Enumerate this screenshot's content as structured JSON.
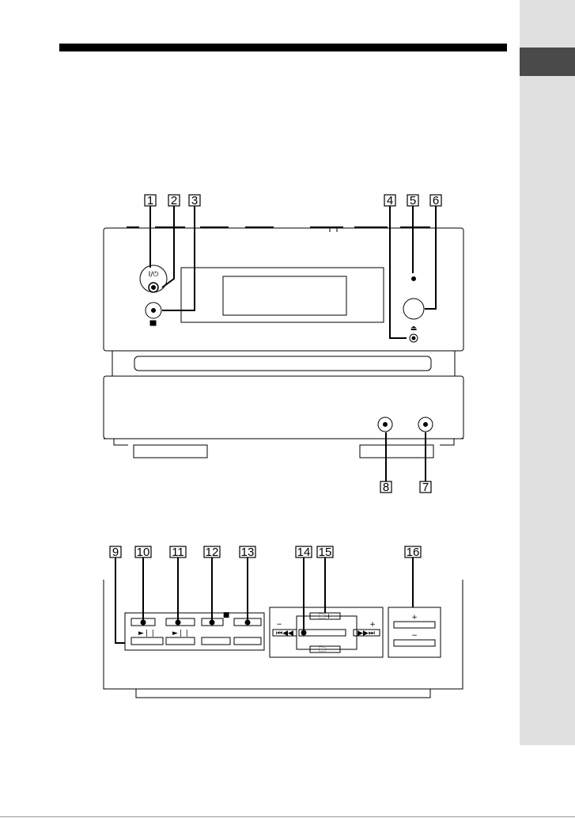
{
  "callouts": [
    "1",
    "2",
    "3",
    "4",
    "5",
    "6",
    "7",
    "8",
    "9",
    "10",
    "11",
    "12",
    "13",
    "14",
    "15",
    "16"
  ],
  "labels": {
    "power_symbol": "I/⏻",
    "eject_symbol": "⏏",
    "play_pause_1": "►❘❘",
    "play_pause_2": "►❘❘",
    "stop_symbol": "■",
    "prev_symbol": "⏮◀◀",
    "next_symbol": "▶▶⏭",
    "folder_plus": "🗀+",
    "folder_minus": "🗀−",
    "minus": "−",
    "plus": "+",
    "vol_plus": "+",
    "vol_minus": "−"
  }
}
